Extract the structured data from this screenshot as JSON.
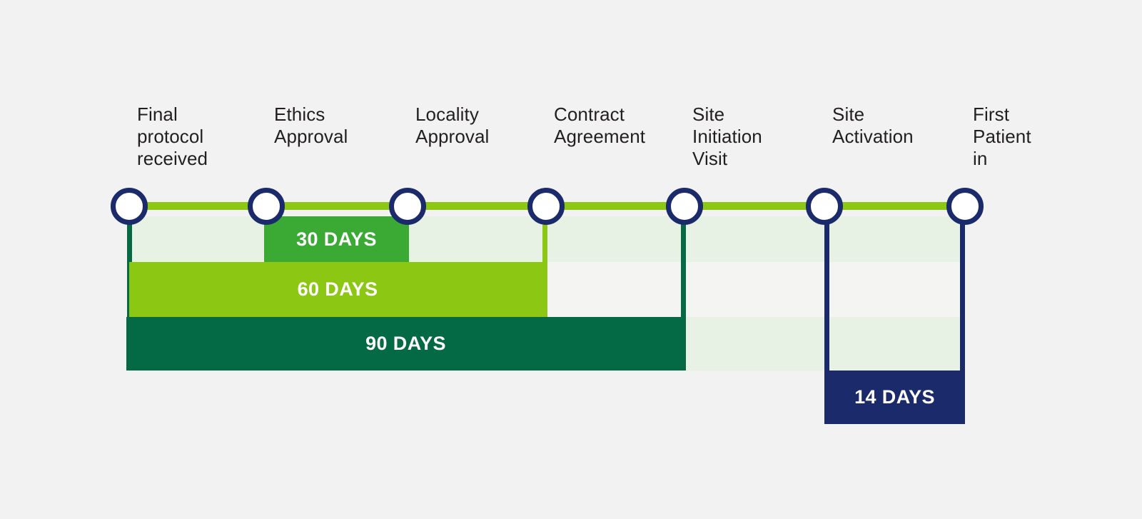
{
  "figure": {
    "type": "milestone-timeline-gantt",
    "background_color": "#F2F2F2"
  },
  "palette": {
    "navy": "#1B2A6B",
    "lime": "#8CC714",
    "green_mid": "#3AAA35",
    "green_dark": "#046A46",
    "pale_green": "#E7F2E5",
    "text_dark": "#231F20",
    "white": "#FFFFFF"
  },
  "milestones": [
    {
      "id": "final-protocol-received",
      "label": "Final\nprotocol\nreceived",
      "index": 1
    },
    {
      "id": "ethics-approval",
      "label": "Ethics\nApproval",
      "index": 2
    },
    {
      "id": "locality-approval",
      "label": "Locality\nApproval",
      "index": 3
    },
    {
      "id": "contract-agreement",
      "label": "Contract\nAgreement",
      "index": 4
    },
    {
      "id": "site-initiation-visit",
      "label": "Site\nInitiation\nVisit",
      "index": 5
    },
    {
      "id": "site-activation",
      "label": "Site\nActivation",
      "index": 6
    },
    {
      "id": "first-patient-in",
      "label": "First\nPatient\nin",
      "index": 7
    }
  ],
  "duration_bars": [
    {
      "id": "bar-30-days",
      "label": "30 DAYS",
      "days": 30,
      "color": "#3AAA35",
      "from_milestone": "ethics-approval",
      "to_milestone": "locality-approval"
    },
    {
      "id": "bar-60-days",
      "label": "60 DAYS",
      "days": 60,
      "color": "#8CC714",
      "from_milestone": "final-protocol-received",
      "to_milestone": "contract-agreement"
    },
    {
      "id": "bar-90-days",
      "label": "90 DAYS",
      "days": 90,
      "color": "#046A46",
      "from_milestone": "final-protocol-received",
      "to_milestone": "site-initiation-visit"
    },
    {
      "id": "bar-14-days",
      "label": "14 DAYS",
      "days": 14,
      "color": "#1B2A6B",
      "from_milestone": "site-activation",
      "to_milestone": "first-patient-in"
    }
  ]
}
